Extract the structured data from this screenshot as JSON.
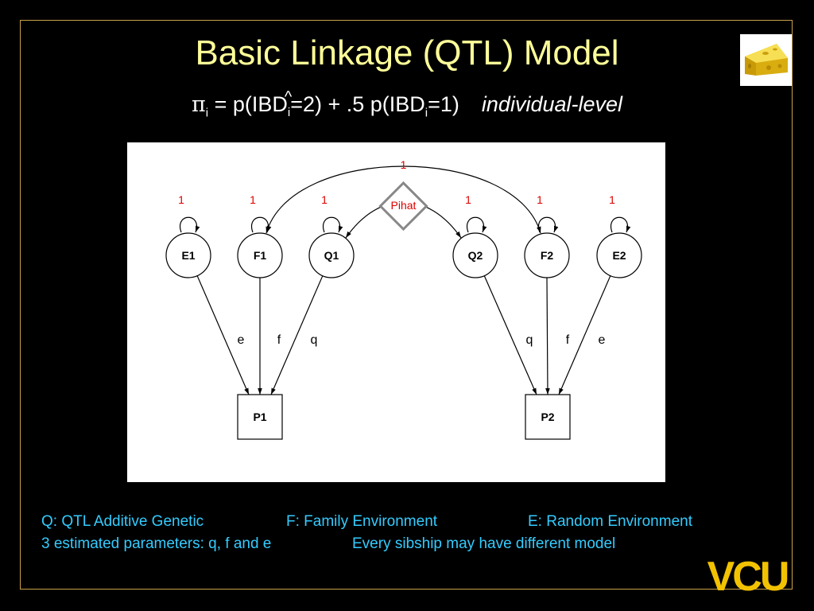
{
  "slide": {
    "title": "Basic Linkage (QTL) Model",
    "formula": {
      "pi": "π",
      "pi_sub": "i",
      "eq": " = p(IBD",
      "sub1": "i",
      "part2": "=2) + .5 p(IBD",
      "sub2": "i",
      "part3": "=1)",
      "hat": "^",
      "level": "individual-level"
    },
    "legend": {
      "q": "Q: QTL Additive Genetic",
      "f": "F: Family Environment",
      "e": "E: Random Environment",
      "params": "3 estimated parameters: q, f and e",
      "sibship": "Every sibship may have different model"
    },
    "logo": "VCU"
  },
  "diagram": {
    "latent": [
      {
        "id": "E1",
        "label": "E1",
        "variance": "1"
      },
      {
        "id": "F1",
        "label": "F1",
        "variance": "1"
      },
      {
        "id": "Q1",
        "label": "Q1",
        "variance": "1"
      },
      {
        "id": "Q2",
        "label": "Q2",
        "variance": "1"
      },
      {
        "id": "F2",
        "label": "F2",
        "variance": "1"
      },
      {
        "id": "E2",
        "label": "E2",
        "variance": "1"
      }
    ],
    "observed": [
      {
        "id": "P1",
        "label": "P1"
      },
      {
        "id": "P2",
        "label": "P2"
      }
    ],
    "paths": [
      {
        "from": "E1",
        "to": "P1",
        "label": "e"
      },
      {
        "from": "F1",
        "to": "P1",
        "label": "f"
      },
      {
        "from": "Q1",
        "to": "P1",
        "label": "q"
      },
      {
        "from": "Q2",
        "to": "P2",
        "label": "q"
      },
      {
        "from": "F2",
        "to": "P2",
        "label": "f"
      },
      {
        "from": "E2",
        "to": "P2",
        "label": "e"
      }
    ],
    "covariances": [
      {
        "between": [
          "F1",
          "F2"
        ],
        "label": "1"
      },
      {
        "between": [
          "Q1",
          "Q2"
        ],
        "label": "Pihat"
      }
    ],
    "colors": {
      "parameter": "#dd0000",
      "diamond": "#888888",
      "title": "#ffff99",
      "legend": "#33ccff",
      "logo": "#f2c200"
    }
  }
}
